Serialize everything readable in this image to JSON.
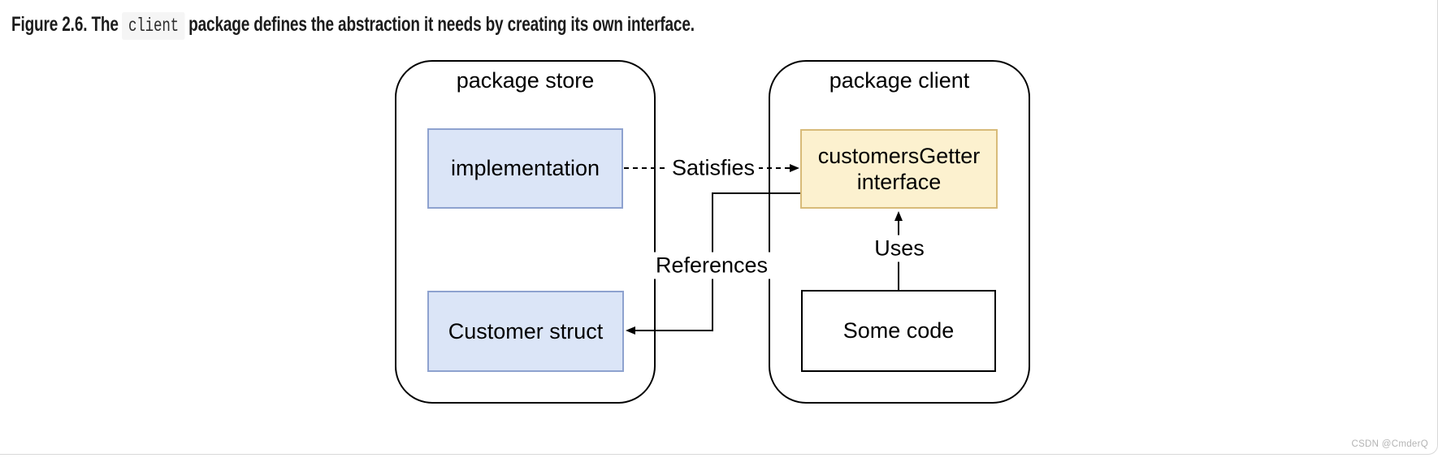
{
  "figure": {
    "caption_prefix": "Figure 2.6. The",
    "caption_code": "client",
    "caption_suffix": "package defines the abstraction it needs by creating its own interface."
  },
  "diagram": {
    "store_package": {
      "label": "package store",
      "nodes": {
        "implementation": "implementation",
        "customer_struct": "Customer struct"
      }
    },
    "client_package": {
      "label": "package client",
      "nodes": {
        "customers_getter_line1": "customersGetter",
        "customers_getter_line2": "interface",
        "some_code": "Some code"
      }
    },
    "edges": {
      "satisfies": "Satisfies",
      "references": "References",
      "uses": "Uses"
    },
    "colors": {
      "blue_fill": "#dbe5f7",
      "blue_border": "#8ea2cf",
      "yellow_fill": "#fcf1cf",
      "yellow_border": "#d8bb79",
      "line": "#000000"
    }
  },
  "watermark": "CSDN @CmderQ"
}
